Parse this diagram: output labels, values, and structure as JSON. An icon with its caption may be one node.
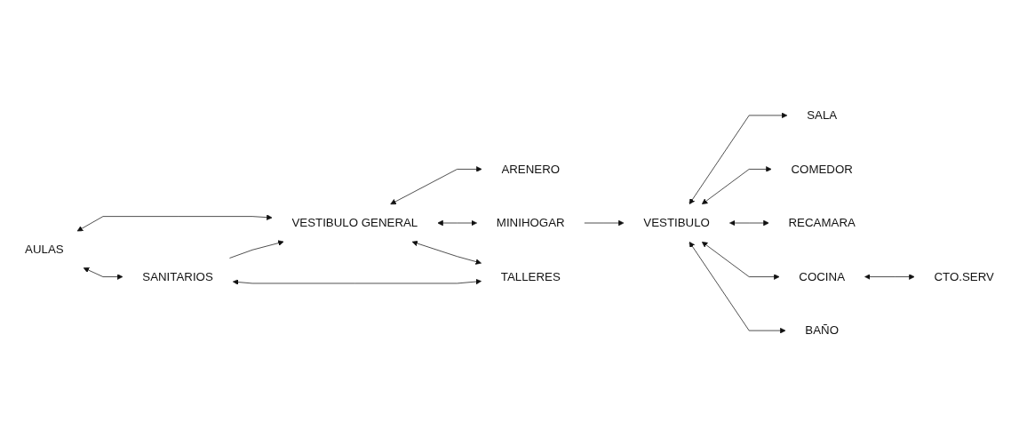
{
  "diagram": {
    "nodes": [
      {
        "text": [
          "VESTIBULO GENERAL"
        ]
      },
      {
        "text": [
          "ARENERO"
        ]
      },
      {
        "text": [
          "AULAS"
        ]
      },
      {
        "text": [
          "SANITARIOS"
        ]
      },
      {
        "text": [
          "MINIHOGAR"
        ]
      },
      {
        "text": [
          "TALLERES"
        ]
      },
      {
        "text": [
          "SALA"
        ]
      },
      {
        "text": [
          "VESTIBULO"
        ]
      },
      {
        "text": [
          "COMEDOR"
        ]
      },
      {
        "text": [
          "RECAMARA"
        ]
      },
      {
        "text": [
          "COCINA"
        ]
      },
      {
        "text": [
          "BAÑO"
        ]
      },
      {
        "text": [
          "CTO.SERV"
        ]
      }
    ],
    "edges": [
      {
        "from": 0,
        "to": 1,
        "arrow": "both"
      },
      {
        "from": 2,
        "to": 0,
        "arrow": "both"
      },
      {
        "from": 2,
        "to": 3,
        "arrow": "both"
      },
      {
        "from": 3,
        "to": 0,
        "arrow": "to"
      },
      {
        "from": 0,
        "to": 5,
        "arrow": "both"
      },
      {
        "from": 3,
        "to": 5,
        "arrow": "both"
      },
      {
        "from": 0,
        "to": 4,
        "arrow": "both"
      },
      {
        "from": 4,
        "to": 7,
        "arrow": "to"
      },
      {
        "from": 7,
        "to": 6,
        "arrow": "both"
      },
      {
        "from": 7,
        "to": 8,
        "arrow": "both"
      },
      {
        "from": 7,
        "to": 9,
        "arrow": "both"
      },
      {
        "from": 7,
        "to": 11,
        "arrow": "both"
      },
      {
        "from": 7,
        "to": 10,
        "arrow": "both"
      },
      {
        "from": 10,
        "to": 12,
        "arrow": "both"
      }
    ]
  }
}
